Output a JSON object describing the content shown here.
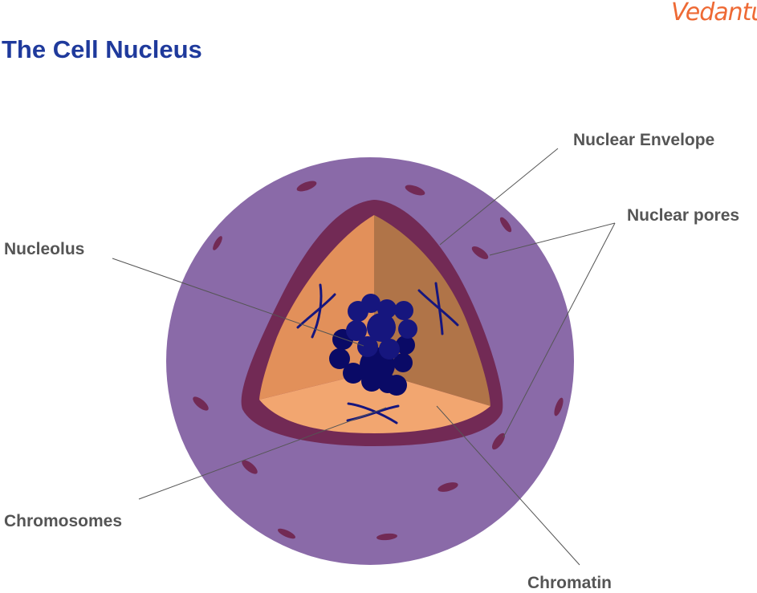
{
  "title": "The Cell Nucleus",
  "logo": "Vedantu",
  "labels": {
    "nuclear_envelope": "Nuclear Envelope",
    "nuclear_pores": "Nuclear pores",
    "nucleolus": "Nucleolus",
    "chromosomes": "Chromosomes",
    "chromatin": "Chromatin"
  },
  "colors": {
    "cell": "#8a6aa8",
    "envelope": "#722a55",
    "face_left": "#e2905a",
    "face_right": "#b07448",
    "face_bottom": "#f2a670",
    "nucleolus": "#0a0a66",
    "nucleolus_light": "#16167e",
    "title": "#1f3a9c",
    "logo": "#ee6a35"
  }
}
